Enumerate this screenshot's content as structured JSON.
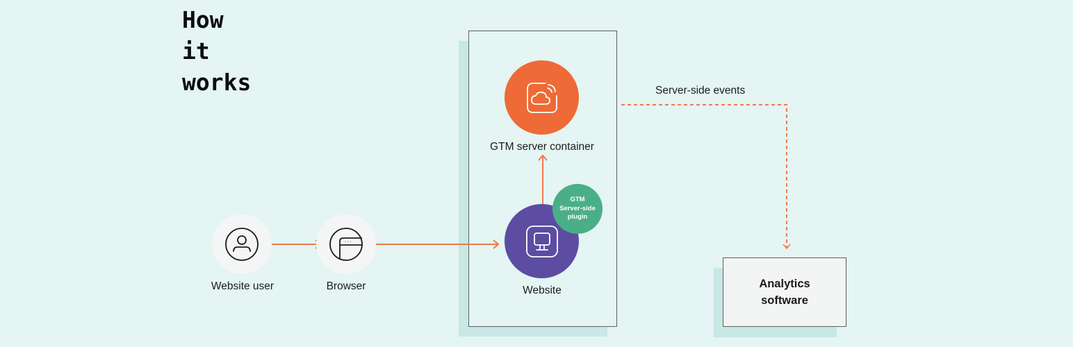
{
  "title": "How\nit\nworks",
  "colors": {
    "background": "#e4f5f3",
    "shadow": "#c8e8e5",
    "arrow": "#ee7a4c",
    "gtm_server": "#ee6a37",
    "website": "#5c4da3",
    "plugin": "#4aaf89",
    "node_grey": "#f4f6f5"
  },
  "nodes": {
    "website_user": {
      "label": "Website user",
      "icon": "user-icon"
    },
    "browser": {
      "label": "Browser",
      "icon": "browser-icon"
    },
    "website": {
      "label": "Website",
      "icon": "monitor-icon"
    },
    "gtm_server": {
      "label": "GTM server container",
      "icon": "cloud-signal-icon"
    },
    "plugin": {
      "label": "GTM\nServer-side\nplugin"
    },
    "analytics": {
      "label": "Analytics\nsoftware"
    }
  },
  "edges": [
    {
      "from": "website_user",
      "to": "browser",
      "style": "solid"
    },
    {
      "from": "browser",
      "to": "website",
      "style": "solid"
    },
    {
      "from": "website",
      "to": "gtm_server",
      "style": "solid"
    },
    {
      "from": "gtm_server",
      "to": "analytics",
      "style": "dashed",
      "label": "Server-side events"
    }
  ]
}
